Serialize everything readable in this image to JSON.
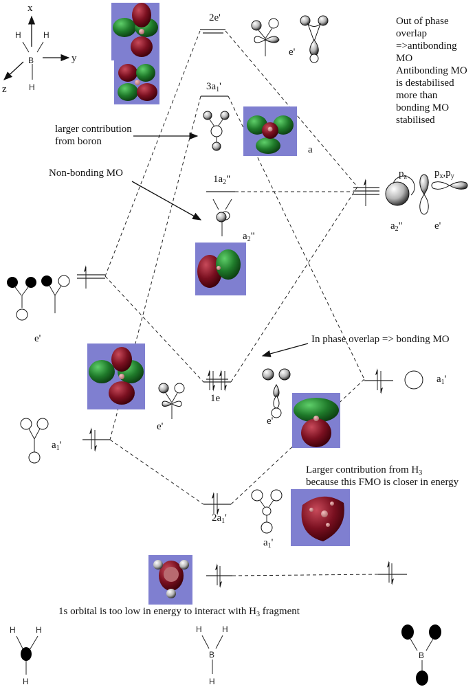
{
  "axes": {
    "x_label": "x",
    "y_label": "y",
    "z_label": "z",
    "central_atom": "B",
    "h_label": "H"
  },
  "levels": {
    "mo_2e": {
      "label": "2e'",
      "electrons": 0
    },
    "mo_3a1": {
      "label": "3a",
      "label_sub": "1",
      "label_prime": "'",
      "electrons": 0
    },
    "mo_1a2": {
      "label": "1a",
      "label_sub": "2",
      "label_prime": "\"",
      "electrons": 0
    },
    "mo_1e": {
      "label": "1e",
      "electrons": 4
    },
    "mo_2a1": {
      "label": "2a",
      "label_sub": "1",
      "label_prime": "'",
      "electrons": 2
    },
    "h3_e": {
      "label": "e'",
      "electrons": 1
    },
    "h3_a1": {
      "label": "a",
      "label_sub": "1",
      "label_prime": "'",
      "electrons": 2
    },
    "b_2p": {
      "electrons": 1
    },
    "b_2s": {
      "label": "a",
      "label_sub": "1",
      "label_prime": "'",
      "electrons": 2
    },
    "b_1s": {
      "electrons": 2
    },
    "core_1s": {
      "electrons": 2
    }
  },
  "orbital_labels": {
    "e_prime": "e'",
    "a_lone": "a",
    "a2_main": "a",
    "a2_sub": "2",
    "a2_prime": "\"",
    "a1_main": "a",
    "a1_sub": "1",
    "a1_prime": "'",
    "pz_main": "p",
    "pz_sub": "z",
    "pxpy_p1": "p",
    "pxpy_s1": "x",
    "pxpy_comma": ",",
    "pxpy_p2": "p",
    "pxpy_s2": "y"
  },
  "annotations": {
    "antibonding_note": [
      "Out of phase",
      "overlap",
      "=>antibonding",
      "MO",
      "Antibonding MO",
      "is destabilised",
      "more than",
      "bonding MO",
      "stabilised"
    ],
    "boron_contribution": [
      "larger contribution",
      "from boron"
    ],
    "nonbonding": "Non-bonding MO",
    "bonding": "In phase overlap => bonding MO",
    "h3_contribution_1": "Larger contribution from H",
    "h3_contribution_1_sub": "3",
    "h3_contribution_2": "because this FMO is closer in energy",
    "core_note": "1s orbital is too low in energy to interact with H",
    "core_note_sub": "3",
    "core_note_end": " fragment"
  },
  "fragments": {
    "h3_label": "H",
    "bh3_b": "B",
    "bh3_h": "H",
    "b_label": "B"
  },
  "colors": {
    "panel": "#7f7fd0",
    "lobe_red": "#7a1020",
    "lobe_green": "#1f7a2a",
    "filled_atom": "#000000"
  }
}
